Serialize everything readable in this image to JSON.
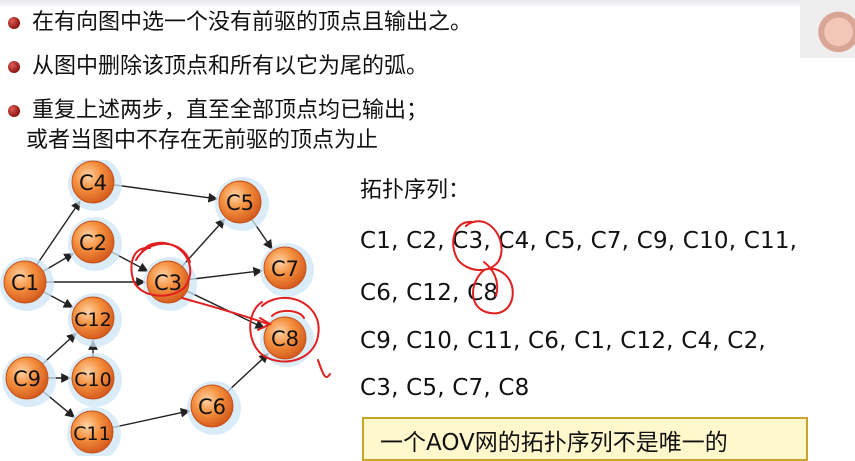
{
  "bullets": [
    {
      "line1": "在有向图中选一个没有前驱的顶点且输出之。"
    },
    {
      "line1": "从图中删除该顶点和所有以它为尾的弧。"
    },
    {
      "line1": "重复上述两步，直至全部顶点均已输出；",
      "line2": "或者当图中不存在无前驱的顶点为止"
    }
  ],
  "graph": {
    "nodes": [
      "C1",
      "C2",
      "C3",
      "C4",
      "C5",
      "C6",
      "C7",
      "C8",
      "C9",
      "C10",
      "C11",
      "C12"
    ],
    "edges": [
      [
        "C1",
        "C4"
      ],
      [
        "C1",
        "C2"
      ],
      [
        "C1",
        "C3"
      ],
      [
        "C1",
        "C12"
      ],
      [
        "C4",
        "C5"
      ],
      [
        "C2",
        "C3"
      ],
      [
        "C3",
        "C5"
      ],
      [
        "C3",
        "C7"
      ],
      [
        "C3",
        "C8"
      ],
      [
        "C5",
        "C7"
      ],
      [
        "C9",
        "C12"
      ],
      [
        "C9",
        "C10"
      ],
      [
        "C9",
        "C11"
      ],
      [
        "C10",
        "C12"
      ],
      [
        "C11",
        "C6"
      ],
      [
        "C6",
        "C8"
      ]
    ]
  },
  "sequence": {
    "title": "拓扑序列：",
    "lines": [
      "C1, C2, C3, C4, C5, C7, C9, C10,  C11,",
      "C6, C12, C8",
      "C9, C10, C11, C6, C1, C12, C4, C2,",
      "C3, C5, C7, C8"
    ]
  },
  "note": "一个AOV网的拓扑序列不是唯一的",
  "colors": {
    "node_fill": "#f07a2a",
    "node_halo": "#cfe6f7",
    "annotation": "#e02020"
  }
}
